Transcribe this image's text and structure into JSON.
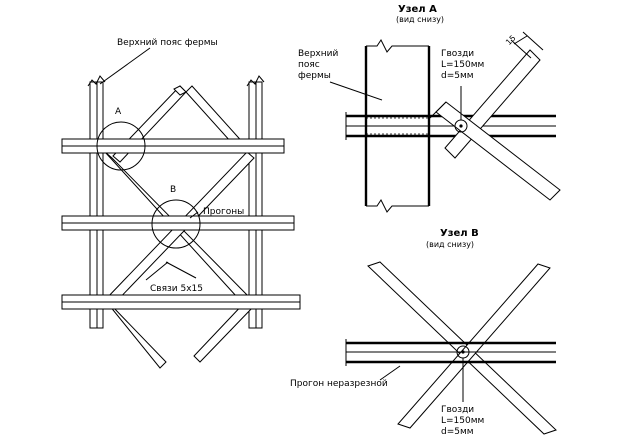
{
  "labels": {
    "top_chord": "Верхний пояс фермы",
    "node_a_marker": "A",
    "node_b_marker": "B",
    "purlins": "Прогоны",
    "ties": "Связи 5х15",
    "node_a_title": "Узел A",
    "node_a_sub": "(вид снизу)",
    "node_a_chord_1": "Верхний",
    "node_a_chord_2": "пояс",
    "node_a_chord_3": "фермы",
    "nails_a_1": "Гвозди",
    "nails_a_2": "L=150мм",
    "nails_a_3": "d=5мм",
    "dim_15": "15",
    "node_b_title": "Узел B",
    "node_b_sub": "(вид снизу)",
    "purlin_continuous": "Прогон неразрезной",
    "nails_b_1": "Гвозди",
    "nails_b_2": "L=150мм",
    "nails_b_3": "d=5мм"
  }
}
